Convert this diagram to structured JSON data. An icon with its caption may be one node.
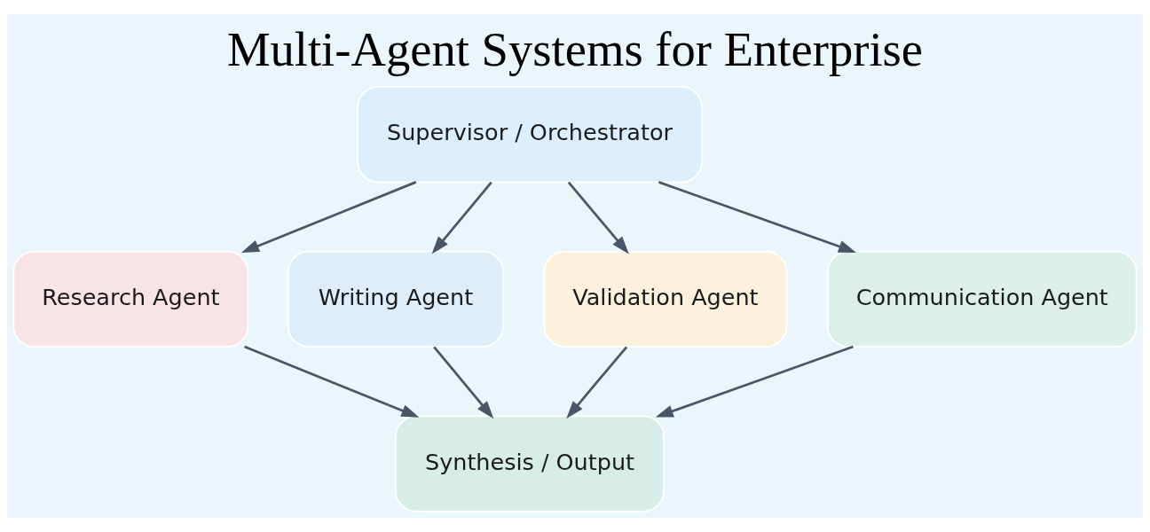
{
  "diagram": {
    "title": "Multi-Agent Systems for Enterprise",
    "nodes": [
      {
        "text": [
          "Supervisor / Orchestrator"
        ]
      },
      {
        "text": [
          "Research Agent"
        ]
      },
      {
        "text": [
          "Writing Agent"
        ]
      },
      {
        "text": [
          "Validation Agent"
        ]
      },
      {
        "text": [
          "Communication Agent"
        ]
      },
      {
        "text": [
          "Synthesis / Output"
        ]
      }
    ],
    "edges": [
      {
        "from": 0,
        "to": 1,
        "arrow": "to"
      },
      {
        "from": 0,
        "to": 2,
        "arrow": "to"
      },
      {
        "from": 0,
        "to": 3,
        "arrow": "to"
      },
      {
        "from": 0,
        "to": 4,
        "arrow": "to"
      },
      {
        "from": 1,
        "to": 5,
        "arrow": "to"
      },
      {
        "from": 2,
        "to": 5,
        "arrow": "to"
      },
      {
        "from": 3,
        "to": 5,
        "arrow": "to"
      },
      {
        "from": 4,
        "to": 5,
        "arrow": "to"
      }
    ]
  }
}
